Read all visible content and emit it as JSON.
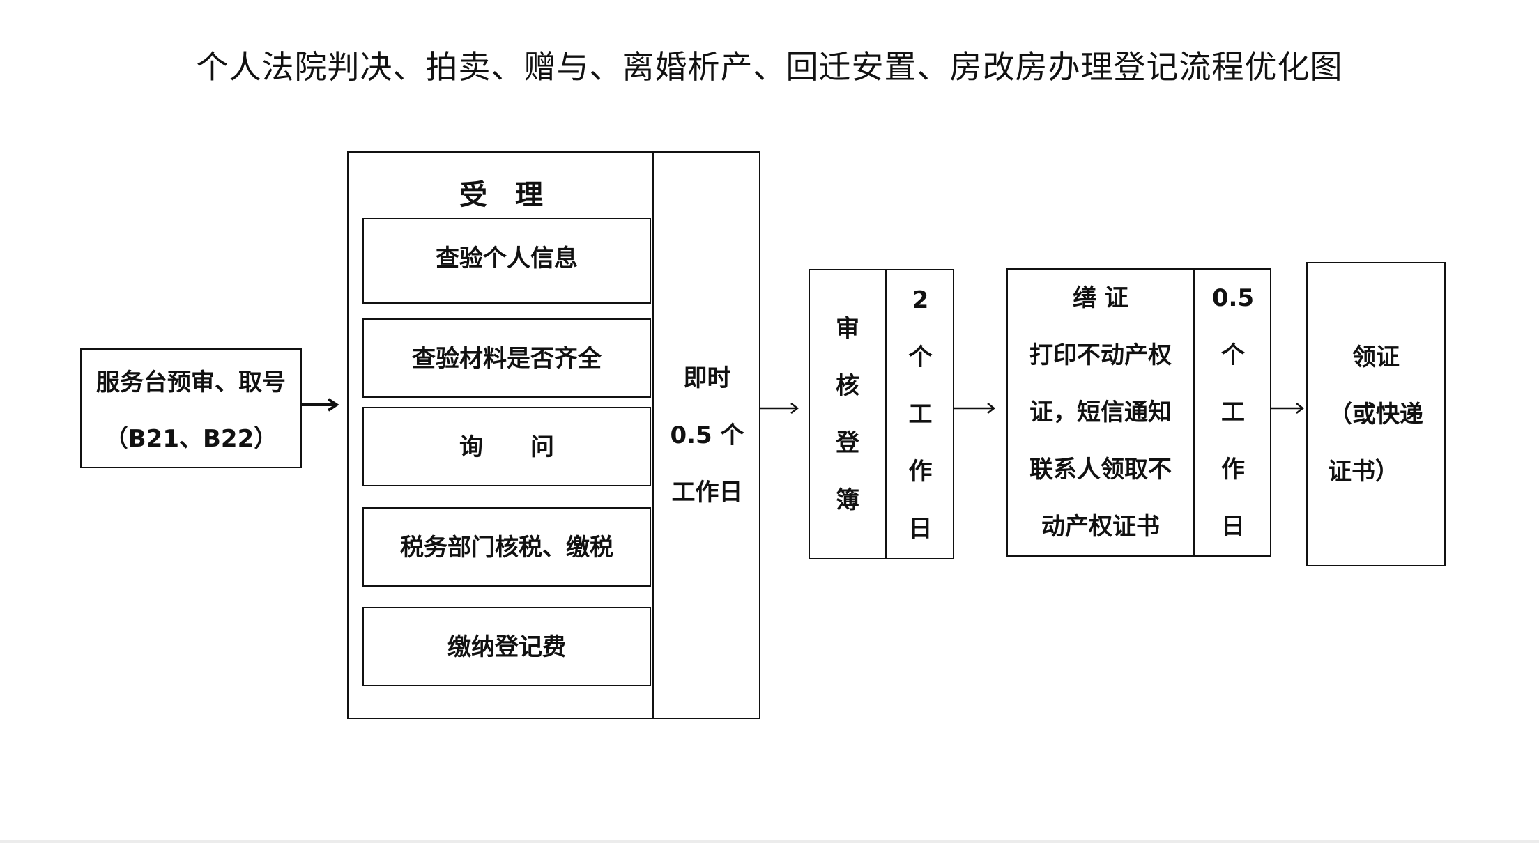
{
  "title": "个人法院判决、拍卖、赠与、离婚析产、回迁安置、房改房办理登记流程优化图",
  "service_desk": {
    "line1": "服务台预审、取号",
    "line2": "（B21、B22）"
  },
  "acceptance": {
    "header": "受　理",
    "steps": [
      "查验个人信息",
      "查验材料是否齐全",
      "询　　问",
      "税务部门核税、缴税",
      "缴纳登记费"
    ],
    "time_lines": [
      "即时",
      "0.5 个",
      "工作日"
    ]
  },
  "review": {
    "label_chars": [
      "审",
      "核",
      "登",
      "簿"
    ],
    "time_chars": [
      "2",
      "个",
      "工",
      "作",
      "日"
    ]
  },
  "certificate": {
    "lines": [
      "缮 证",
      "打印不动产权",
      "证，短信通知",
      "联系人领取不",
      "动产权证书"
    ],
    "time_chars": [
      "0.5",
      "个",
      "工",
      "作",
      "日"
    ]
  },
  "collect": {
    "lines": [
      "领证",
      "（或快递",
      "证书）"
    ]
  }
}
